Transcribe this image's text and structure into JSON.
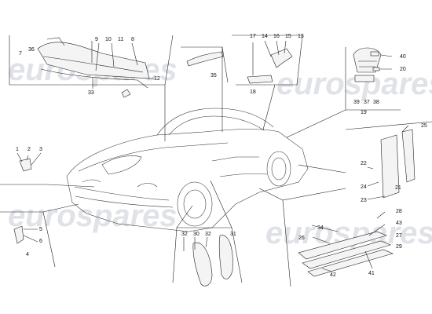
{
  "watermark": {
    "text": "eurospares"
  },
  "callouts": [
    "1",
    "2",
    "3",
    "4",
    "5",
    "6",
    "7",
    "8",
    "9",
    "10",
    "11",
    "12",
    "13",
    "14",
    "15",
    "16",
    "17",
    "18",
    "19",
    "20",
    "21",
    "22",
    "23",
    "24",
    "25",
    "26",
    "27",
    "28",
    "29",
    "30",
    "31",
    "32",
    "33",
    "34",
    "35",
    "36",
    "37",
    "38",
    "39",
    "40",
    "41",
    "42",
    "43"
  ]
}
